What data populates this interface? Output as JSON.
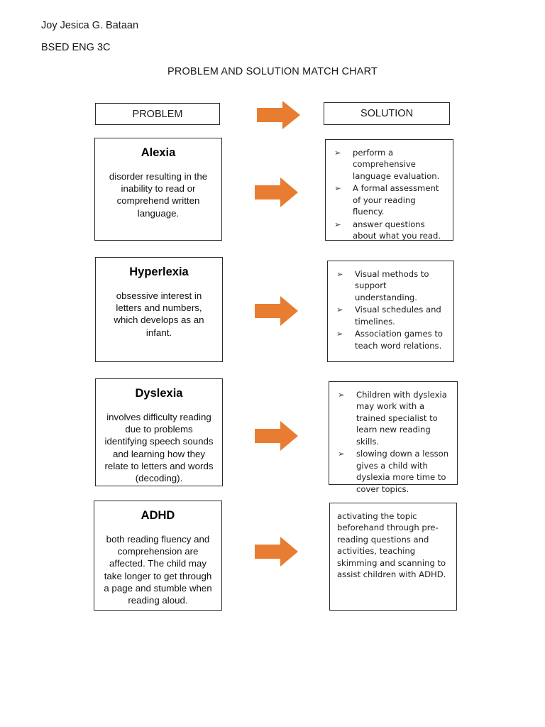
{
  "document": {
    "author_name": "Joy Jesica G. Bataan",
    "author_course": "BSED ENG 3C",
    "title": "PROBLEM AND SOLUTION MATCH CHART"
  },
  "colors": {
    "arrow_orange": "#E87D31",
    "box_border": "#2b2b2b",
    "text": "#111111",
    "background": "#ffffff"
  },
  "columns": {
    "problem_header": "PROBLEM",
    "solution_header": "SOLUTION"
  },
  "icons": {
    "arrow_right": "right-arrow-icon",
    "bullet_marker": "➢"
  },
  "rows": [
    {
      "problem": {
        "term": "Alexia",
        "description": "disorder resulting in the inability to read or comprehend written language."
      },
      "solution": {
        "style": "bulleted",
        "items": [
          "perform a comprehensive language evaluation.",
          "A formal assessment of your reading fluency.",
          "answer questions about what you read."
        ]
      }
    },
    {
      "problem": {
        "term": "Hyperlexia",
        "description": "obsessive interest in letters and numbers, which develops as an infant."
      },
      "solution": {
        "style": "bulleted",
        "items": [
          "Visual methods to support understanding.",
          "Visual schedules and timelines.",
          "Association games to teach word relations."
        ]
      }
    },
    {
      "problem": {
        "term": "Dyslexia",
        "description": "involves difficulty reading due to problems identifying speech sounds and learning how they relate to letters and words (decoding)."
      },
      "solution": {
        "style": "bulleted",
        "items": [
          "Children with dyslexia may work with a trained specialist to learn new reading skills.",
          "slowing down a lesson gives a child with dyslexia more time to cover topics."
        ]
      }
    },
    {
      "problem": {
        "term": "ADHD",
        "description": "both reading fluency and comprehension are affected. The child may take longer to get through a page and stumble when reading aloud."
      },
      "solution": {
        "style": "paragraph",
        "items": [
          "activating the topic beforehand through pre-reading questions and activities, teaching skimming and scanning to assist children with ADHD."
        ]
      }
    }
  ]
}
